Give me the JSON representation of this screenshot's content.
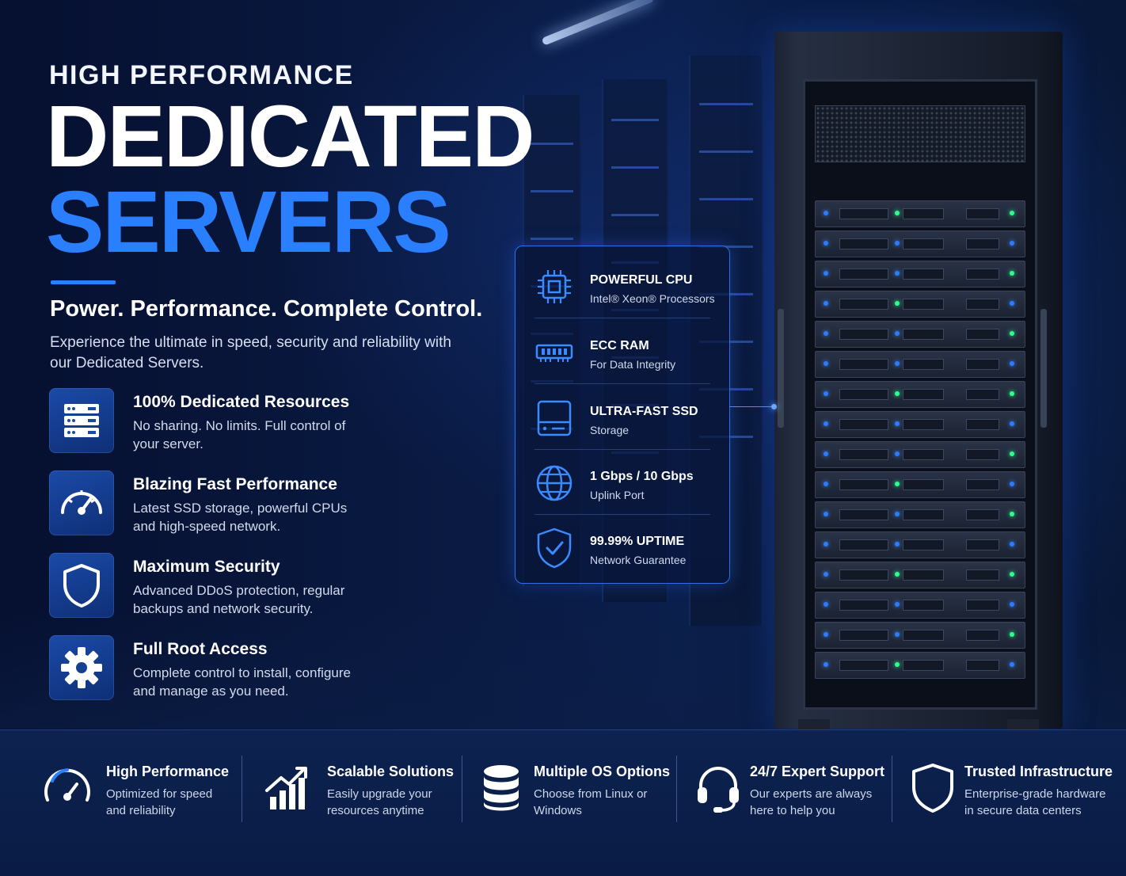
{
  "hero": {
    "eyebrow": "HIGH PERFORMANCE",
    "title_line1": "DEDICATED",
    "title_line2": "SERVERS",
    "tagline": "Power. Performance. Complete Control.",
    "intro": "Experience the ultimate in speed, security and reliability with our Dedicated Servers."
  },
  "features": [
    {
      "icon": "server-stack-icon",
      "title": "100% Dedicated Resources",
      "desc": "No sharing. No limits. Full control of your server."
    },
    {
      "icon": "speedometer-icon",
      "title": "Blazing Fast Performance",
      "desc": "Latest SSD storage, powerful CPUs and high-speed network."
    },
    {
      "icon": "shield-icon",
      "title": "Maximum Security",
      "desc": "Advanced DDoS protection, regular backups and network security."
    },
    {
      "icon": "gear-icon",
      "title": "Full Root Access",
      "desc": "Complete control to install, configure and manage as you need."
    }
  ],
  "specs": [
    {
      "icon": "cpu-icon",
      "title": "POWERFUL CPU",
      "desc": "Intel® Xeon® Processors"
    },
    {
      "icon": "ram-icon",
      "title": "ECC RAM",
      "desc": "For Data Integrity"
    },
    {
      "icon": "ssd-icon",
      "title": "ULTRA-FAST SSD",
      "desc": "Storage"
    },
    {
      "icon": "globe-icon",
      "title": "1 Gbps / 10 Gbps",
      "desc": "Uplink Port"
    },
    {
      "icon": "shield-check-icon",
      "title": "99.99% UPTIME",
      "desc": "Network Guarantee"
    }
  ],
  "bottom": [
    {
      "icon": "speedometer-icon",
      "title": "High Performance",
      "desc": "Optimized for speed and reliability"
    },
    {
      "icon": "growth-chart-icon",
      "title": "Scalable Solutions",
      "desc": "Easily upgrade your resources anytime"
    },
    {
      "icon": "database-icon",
      "title": "Multiple OS Options",
      "desc": "Choose from Linux or Windows"
    },
    {
      "icon": "headset-icon",
      "title": "24/7 Expert Support",
      "desc": "Our experts are always here to help you"
    },
    {
      "icon": "shield-icon",
      "title": "Trusted Infrastructure",
      "desc": "Enterprise-grade hardware in secure data centers"
    }
  ],
  "colors": {
    "accent": "#2a7fff",
    "background": "#06122e",
    "panel": "#0d2250"
  }
}
